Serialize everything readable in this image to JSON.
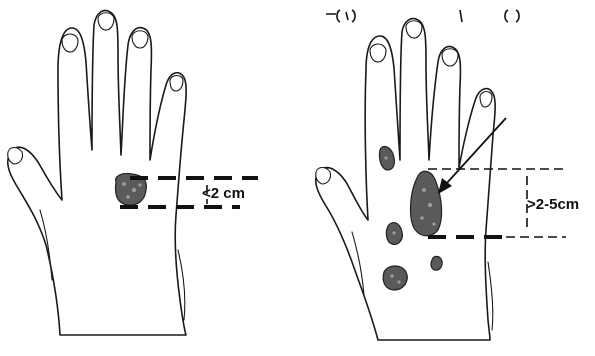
{
  "panels": [
    {
      "id": "left",
      "size_label": "<2 cm"
    },
    {
      "id": "right",
      "size_label": ">2-5cm"
    }
  ],
  "colors": {
    "ink": "#111111",
    "lesion": "#5a5a5a",
    "background": "#ffffff"
  }
}
